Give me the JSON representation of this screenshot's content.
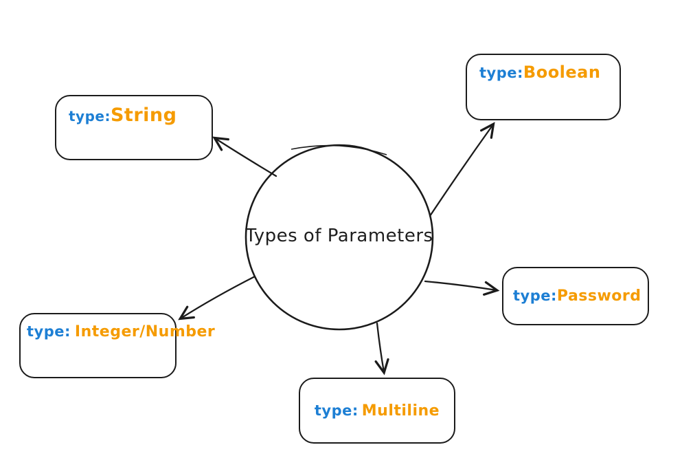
{
  "diagram": {
    "title": "Types of Parameters",
    "style": {
      "background": "#ffffff",
      "stroke_color": "#1b1b1b",
      "type_prefix_color": "#1d7fd4",
      "type_value_color": "#f59b00"
    },
    "center": {
      "id": "center-circle",
      "shape": "ellipse",
      "label": "Types of Parameters"
    },
    "nodes": [
      {
        "id": "string",
        "shape": "rounded-rect",
        "prefix": "type:",
        "value": "String"
      },
      {
        "id": "boolean",
        "shape": "rounded-rect",
        "prefix": "type:",
        "value": "Boolean"
      },
      {
        "id": "password",
        "shape": "rounded-rect",
        "prefix": "type:",
        "value": "Password"
      },
      {
        "id": "integer",
        "shape": "rounded-rect",
        "prefix": "type:",
        "value": "Integer/Number"
      },
      {
        "id": "multiline",
        "shape": "rounded-rect",
        "prefix": "type:",
        "value": "Multiline"
      }
    ],
    "edges": [
      {
        "from": "center-circle",
        "to": "string",
        "arrowhead": "open"
      },
      {
        "from": "center-circle",
        "to": "boolean",
        "arrowhead": "open"
      },
      {
        "from": "center-circle",
        "to": "password",
        "arrowhead": "open"
      },
      {
        "from": "center-circle",
        "to": "integer",
        "arrowhead": "open"
      },
      {
        "from": "center-circle",
        "to": "multiline",
        "arrowhead": "open"
      }
    ]
  }
}
